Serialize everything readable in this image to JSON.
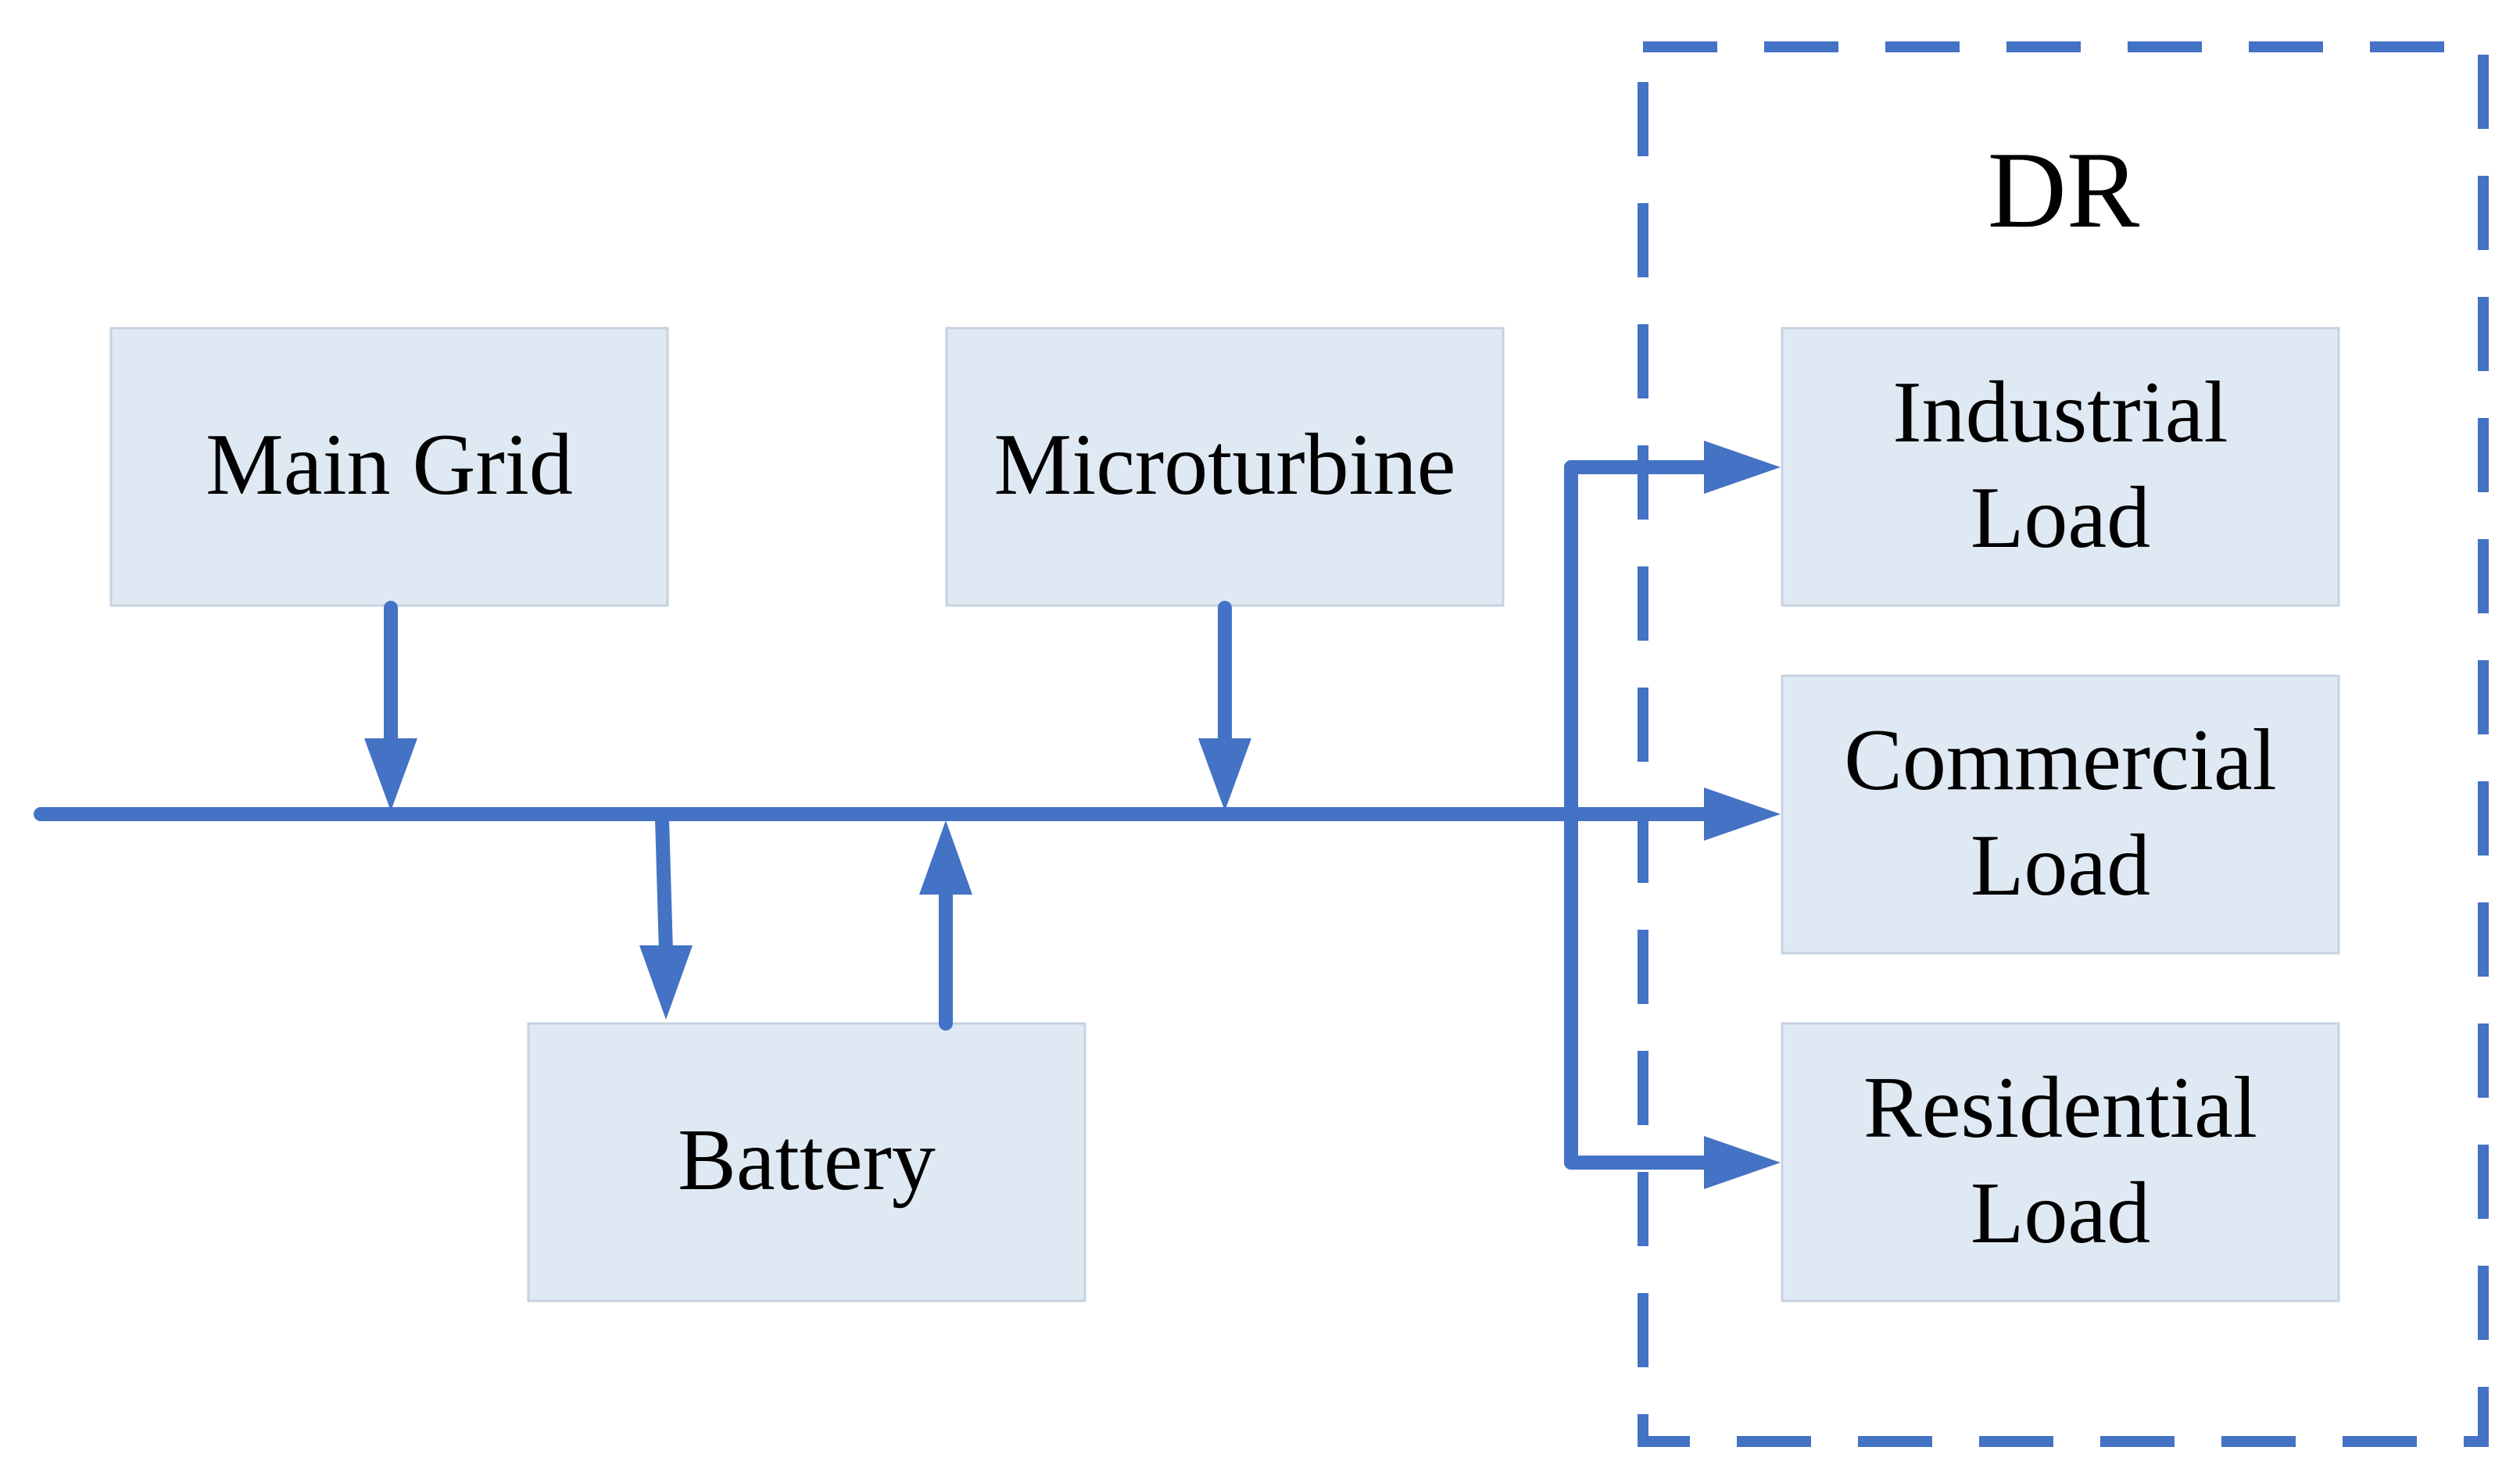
{
  "diagram": {
    "group": {
      "label": "DR"
    },
    "nodes": {
      "main_grid": {
        "label": "Main Grid"
      },
      "microturbine": {
        "label": "Microturbine"
      },
      "battery": {
        "label": "Battery"
      },
      "industrial_load": {
        "line1": "Industrial",
        "line2": "Load"
      },
      "commercial_load": {
        "line1": "Commercial",
        "line2": "Load"
      },
      "residential_load": {
        "line1": "Residential",
        "line2": "Load"
      }
    },
    "style": {
      "line_color": "#4472c4",
      "box_fill": "#dfe9f4",
      "box_border": "#c6d2e0"
    },
    "flows": [
      {
        "from": "Main Grid",
        "to": "bus"
      },
      {
        "from": "Microturbine",
        "to": "bus"
      },
      {
        "from": "bus",
        "to": "Battery"
      },
      {
        "from": "Battery",
        "to": "bus"
      },
      {
        "from": "bus",
        "to": "Industrial Load"
      },
      {
        "from": "bus",
        "to": "Commercial Load"
      },
      {
        "from": "bus",
        "to": "Residential Load"
      }
    ]
  }
}
